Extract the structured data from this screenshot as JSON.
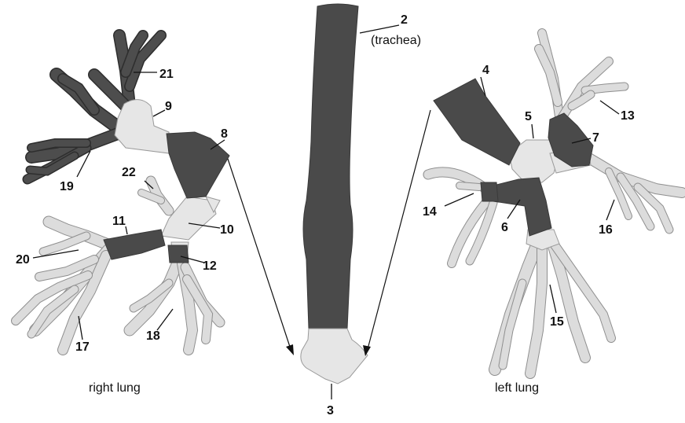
{
  "labels": {
    "n2": "2",
    "trachea": "(trachea)",
    "n3": "3",
    "n4": "4",
    "n5": "5",
    "n6": "6",
    "n7": "7",
    "n8": "8",
    "n9": "9",
    "n10": "10",
    "n11": "11",
    "n12": "12",
    "n13": "13",
    "n14": "14",
    "n15": "15",
    "n16": "16",
    "n17": "17",
    "n18": "18",
    "n19": "19",
    "n20": "20",
    "n21": "21",
    "n22": "22"
  },
  "captions": {
    "right_lung": "right lung",
    "left_lung": "left lung"
  },
  "colors": {
    "dark_segment": "#4a4a4a",
    "light_segment": "#e6e6e6",
    "ink": "#111111"
  }
}
